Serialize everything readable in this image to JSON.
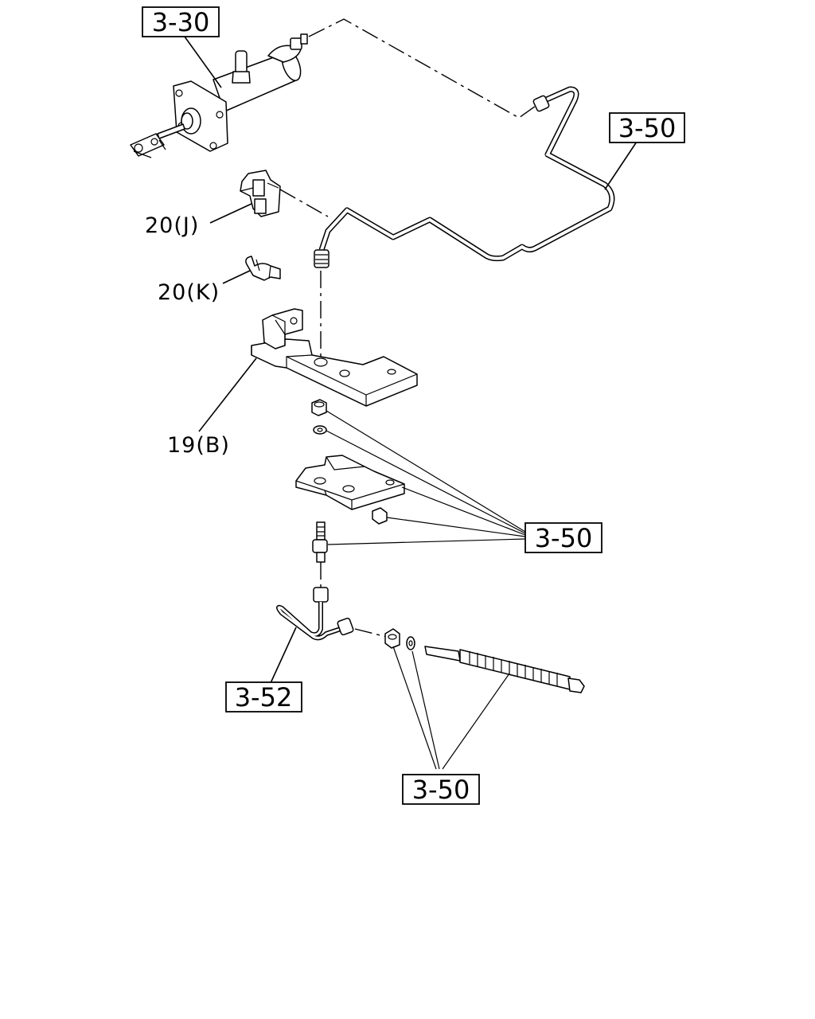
{
  "references": {
    "master_cylinder": "3-30",
    "pipe_upper": "3-50",
    "bracket_parts": "3-50",
    "pipe_bracket": "3-52",
    "hose_parts": "3-50"
  },
  "part_labels": {
    "clip_j": "20(J)",
    "clip_k": "20(K)",
    "bracket_b": "19(B)"
  },
  "icons": [
    "master-cylinder-icon",
    "clip-icon",
    "pipe-icon",
    "bracket-icon",
    "nut-icon",
    "washer-icon",
    "union-bolt-icon",
    "flexible-hose-icon"
  ]
}
